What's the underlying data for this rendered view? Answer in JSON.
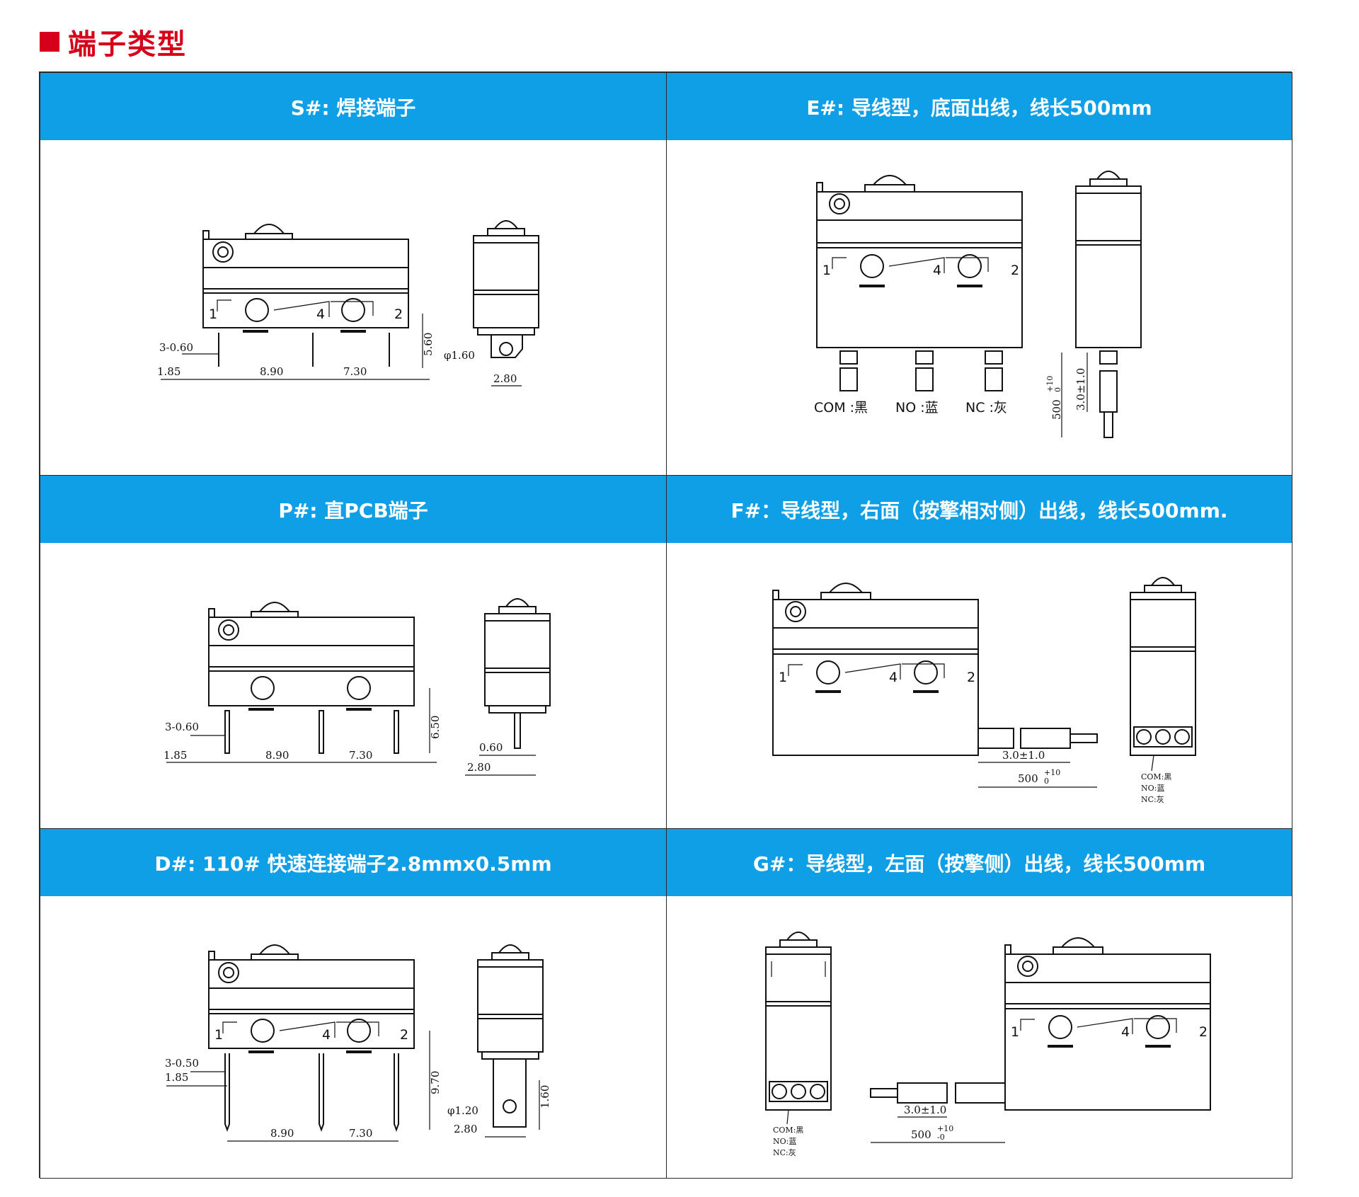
{
  "page": {
    "title": "端子类型"
  },
  "colors": {
    "accent": "#d7001a",
    "header": "#0f9fe6",
    "text": "#ffffff",
    "line": "#111111"
  },
  "panels": [
    {
      "id": "S",
      "title": "S#: 焊接端子",
      "dims": [
        "3-0.60",
        "1.85",
        "8.90",
        "7.30",
        "5.60",
        "φ1.60",
        "2.80"
      ],
      "pins": [
        "1",
        "4",
        "2"
      ]
    },
    {
      "id": "E",
      "title": "E#: 导线型，底面出线，线长500mm",
      "pins": [
        "1",
        "4",
        "2"
      ],
      "wires": [
        "COM :黑",
        "NO :蓝",
        "NC :灰"
      ],
      "dims": [
        "3.0±1.0",
        "500",
        "+10",
        "0"
      ]
    },
    {
      "id": "P",
      "title": "P#: 直PCB端子",
      "dims": [
        "3-0.60",
        "1.85",
        "8.90",
        "7.30",
        "6.50",
        "0.60",
        "2.80"
      ]
    },
    {
      "id": "F",
      "title": "F#：导线型，右面（按擎相对侧）出线，线长500mm.",
      "pins": [
        "1",
        "4",
        "2"
      ],
      "dims": [
        "3.0±1.0",
        "500",
        "+10",
        "0"
      ],
      "wires": [
        "COM:黑",
        "NO:蓝",
        "NC:灰"
      ]
    },
    {
      "id": "D",
      "title": "D#: 110# 快速连接端子2.8mmx0.5mm",
      "pins": [
        "1",
        "4",
        "2"
      ],
      "dims": [
        "3-0.50",
        "1.85",
        "8.90",
        "7.30",
        "9.70",
        "1.60",
        "φ1.20",
        "2.80"
      ]
    },
    {
      "id": "G",
      "title": "G#：导线型，左面（按擎侧）出线，线长500mm",
      "pins": [
        "1",
        "4",
        "2"
      ],
      "dims": [
        "3.0±1.0",
        "500",
        "+10",
        "-0"
      ],
      "wires": [
        "COM:黑",
        "NO:蓝",
        "NC:灰"
      ]
    }
  ]
}
